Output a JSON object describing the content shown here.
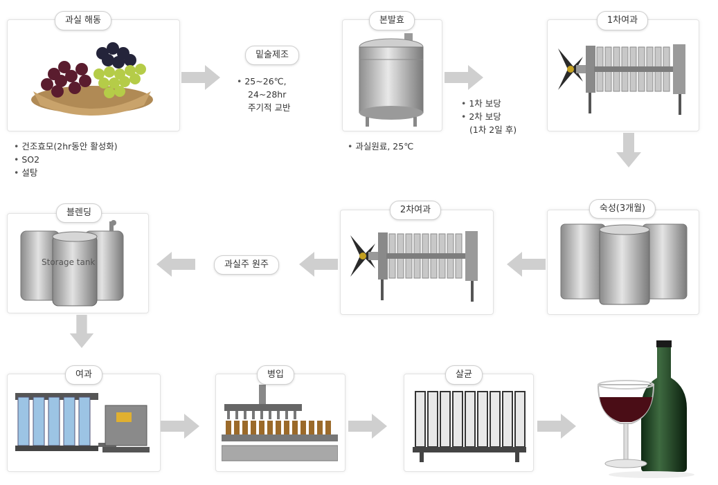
{
  "steps": {
    "thaw": "과실 해동",
    "yeast": "밑술제조",
    "main_ferment": "본발효",
    "filter1": "1차여과",
    "aging": "숙성(3개월)",
    "filter2": "2차여과",
    "raw_wine": "과실주 원주",
    "blending": "블렌딩",
    "filtration": "여과",
    "bottling": "병입",
    "sterilize": "살균"
  },
  "notes": {
    "thaw": [
      "건조효모(2hr동안 활성화)",
      "SO2",
      "설탕"
    ],
    "yeast": [
      "25~26℃,",
      "24~28hr",
      "주기적 교반"
    ],
    "main_ferment": [
      "과실원료, 25℃"
    ],
    "filter1": [
      "1차 보당",
      "2차 보당",
      "(1차 2일 후)"
    ]
  },
  "labels": {
    "storage_tank": "Storage tank"
  }
}
